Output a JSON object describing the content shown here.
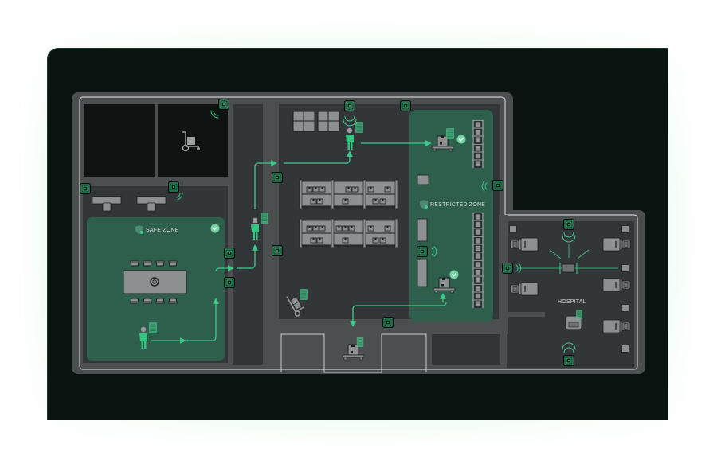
{
  "zones": {
    "safe": {
      "label": "SAFE ZONE",
      "status": "verified"
    },
    "restricted": {
      "label": "RESTRICTED ZONE",
      "status": "verified"
    },
    "hospital": {
      "label": "HOSPITAL"
    }
  },
  "colors": {
    "background": "#0b1310",
    "building": "#4b4f50",
    "room": "#333638",
    "dark_room": "#0f1412",
    "zone_fill": "#2e5e4c",
    "accent": "#3ec98a",
    "person": "#34c47f",
    "furniture": "#8c9090",
    "wall_line": "#c9cccc"
  },
  "icons": {
    "sensor": "sensor-beacon-icon",
    "signal": "wifi-signal-icon",
    "person": "person-icon",
    "document": "clipboard-icon",
    "check": "check-badge-icon",
    "shield": "shield-icon",
    "cart": "hand-truck-icon",
    "pallet": "pallet-box-icon",
    "shelf": "shelving-icon",
    "bed": "hospital-bed-icon",
    "chair": "armchair-icon"
  },
  "flows": [
    {
      "from": "safe-zone-person",
      "to": "corridor-person"
    },
    {
      "from": "corridor-person",
      "to": "warehouse-person"
    },
    {
      "from": "warehouse-person",
      "to": "restricted-pallet-top"
    },
    {
      "from": "restricted-pallet-bottom",
      "to": "dock-pallet"
    }
  ]
}
